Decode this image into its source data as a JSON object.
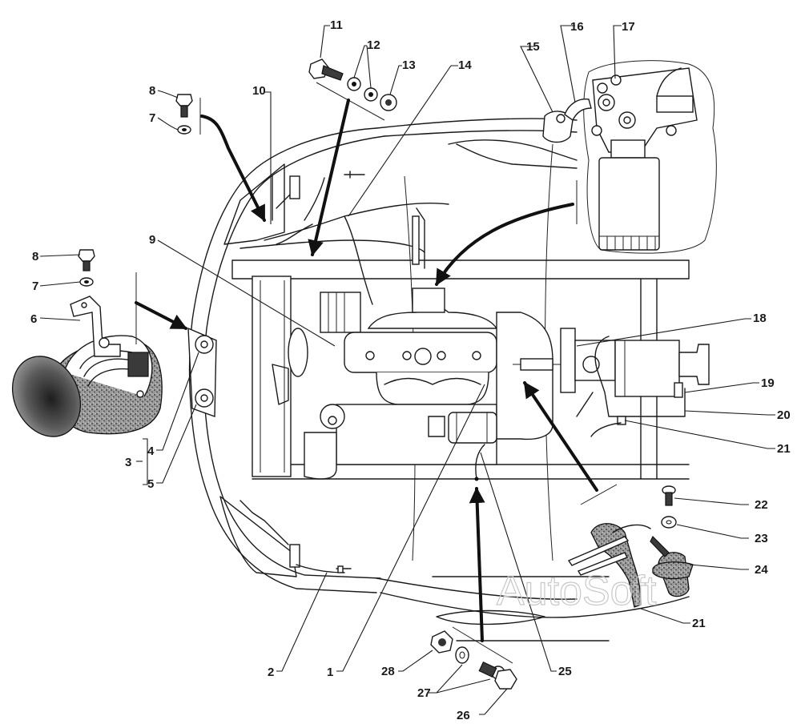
{
  "figure": {
    "type": "exploded-view technical diagram",
    "subject": "engine compartment electrical equipment mounting",
    "watermark": "AutoSoft"
  },
  "callouts": [
    {
      "id": "1",
      "label": "1"
    },
    {
      "id": "2",
      "label": "2"
    },
    {
      "id": "3",
      "label": "3"
    },
    {
      "id": "4",
      "label": "4"
    },
    {
      "id": "5",
      "label": "5"
    },
    {
      "id": "6",
      "label": "6"
    },
    {
      "id": "7a",
      "label": "7"
    },
    {
      "id": "7b",
      "label": "7"
    },
    {
      "id": "8a",
      "label": "8"
    },
    {
      "id": "8b",
      "label": "8"
    },
    {
      "id": "9",
      "label": "9"
    },
    {
      "id": "10",
      "label": "10"
    },
    {
      "id": "11",
      "label": "11"
    },
    {
      "id": "12",
      "label": "12"
    },
    {
      "id": "13",
      "label": "13"
    },
    {
      "id": "14",
      "label": "14"
    },
    {
      "id": "15",
      "label": "15"
    },
    {
      "id": "16",
      "label": "16"
    },
    {
      "id": "17",
      "label": "17"
    },
    {
      "id": "18",
      "label": "18"
    },
    {
      "id": "19",
      "label": "19"
    },
    {
      "id": "20",
      "label": "20"
    },
    {
      "id": "21a",
      "label": "21"
    },
    {
      "id": "21b",
      "label": "21"
    },
    {
      "id": "22",
      "label": "22"
    },
    {
      "id": "23",
      "label": "23"
    },
    {
      "id": "24",
      "label": "24"
    },
    {
      "id": "25",
      "label": "25"
    },
    {
      "id": "26",
      "label": "26"
    },
    {
      "id": "27",
      "label": "27"
    },
    {
      "id": "28",
      "label": "28"
    }
  ],
  "groups": [
    {
      "bracket_label": "3",
      "members": [
        "4",
        "5"
      ]
    }
  ],
  "components": [
    "horn",
    "horn-bracket",
    "bolt",
    "lock-washer",
    "nut",
    "oil-pressure-sensor",
    "oil-filter-housing",
    "oil-filter",
    "speed-sensor",
    "wiring-harness",
    "engine-block",
    "radiator",
    "gearbox",
    "starter-motor",
    "car-body-outline"
  ]
}
